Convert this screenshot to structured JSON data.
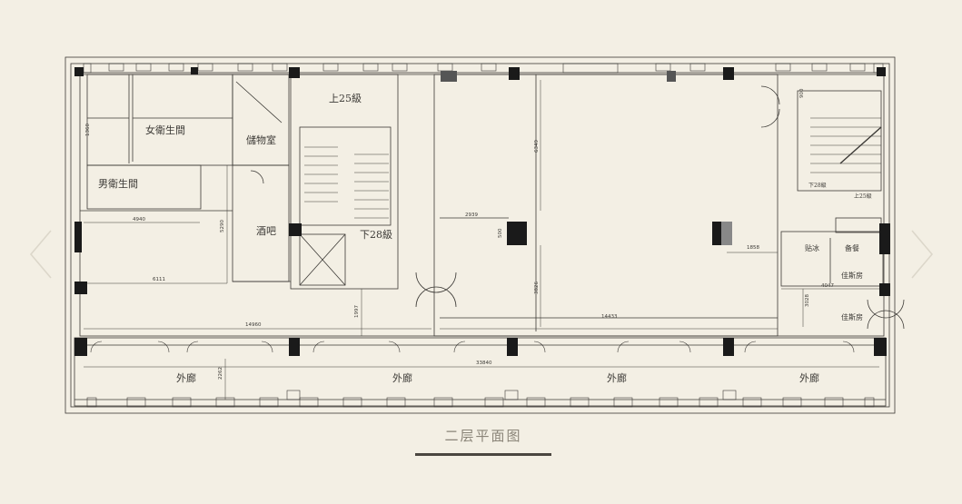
{
  "diagram": {
    "title": "二层平面图",
    "rooms": {
      "womens_restroom": "女衛生間",
      "mens_restroom": "男衛生間",
      "storage": "儲物室",
      "bar": "酒吧",
      "stairs_up": "上25級",
      "stairs_down": "下28級",
      "stairs_down_right": "下28級",
      "stairs_up_right": "上25級",
      "corridor": [
        "外廊",
        "外廊",
        "外廊",
        "外廊"
      ],
      "room_a": "贴冰",
      "room_b": "备餐",
      "service_1": "佳斯房",
      "service_2": "佳斯房"
    },
    "dimensions": {
      "d1360": "1360",
      "d4940": "4940",
      "d5290": "5290",
      "d6111": "6111",
      "d14960": "14960",
      "d1997": "1997",
      "d2939": "2939",
      "d500": "500",
      "d6349": "6349",
      "d3826": "3826",
      "d14433": "14433",
      "d1858": "1858",
      "d4047": "4047",
      "d3028": "3028",
      "d900": "900",
      "d2262": "2262",
      "d33840": "33840"
    },
    "colors": {
      "background": "#f3efe4",
      "line": "#3c3a36",
      "fill_dark": "#1a1a1a",
      "caption_text": "#8a8478"
    }
  },
  "navigation": {
    "prev_icon": "chevron-left-icon",
    "next_icon": "chevron-right-icon"
  }
}
